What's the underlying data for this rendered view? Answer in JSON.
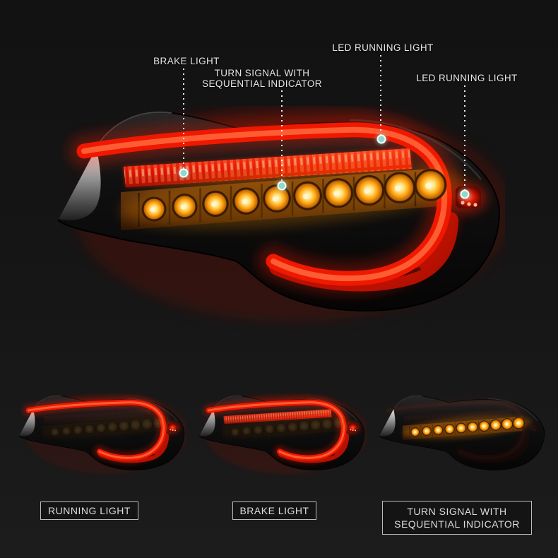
{
  "page": {
    "background": "#151515"
  },
  "colors": {
    "label_text": "#e6e6e6",
    "caption_border": "#e0e0e0",
    "callout_dot": "#8fd8cd",
    "dotted_line": "#ffffff",
    "tube_red": "#f01800",
    "strip_red": "#e62310",
    "amber_led": "#ffa514",
    "chrome_tip": "#b9b9b9",
    "housing_black": "#0d0d0d"
  },
  "callouts": {
    "brake": {
      "label": "BRAKE LIGHT"
    },
    "turn_signal": {
      "line1": "TURN SIGNAL WITH",
      "line2": "SEQUENTIAL INDICATOR"
    },
    "led_running_top": {
      "label": "LED RUNNING LIGHT"
    },
    "led_running_right": {
      "label": "LED RUNNING LIGHT"
    }
  },
  "mode_labels": {
    "running": {
      "label": "RUNNING LIGHT"
    },
    "brake": {
      "label": "BRAKE LIGHT"
    },
    "turn": {
      "line1": "TURN SIGNAL WITH",
      "line2": "SEQUENTIAL INDICATOR"
    }
  }
}
